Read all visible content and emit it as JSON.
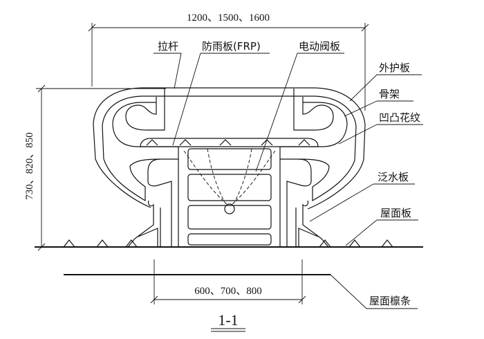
{
  "dimensions": {
    "top_width": "1200、1500、1600",
    "height": "730、820、850",
    "bottom_width": "600、700、800"
  },
  "labels": {
    "tie_rod": "拉杆",
    "rain_plate": "防雨板(FRP)",
    "motorized_damper": "电动阀板",
    "outer_shield": "外护板",
    "frame": "骨架",
    "embossed_pattern": "凹凸花纹",
    "flashing": "泛水板",
    "roof_panel": "屋面板",
    "roof_purlin": "屋面檩条"
  },
  "section_title": "1-1"
}
